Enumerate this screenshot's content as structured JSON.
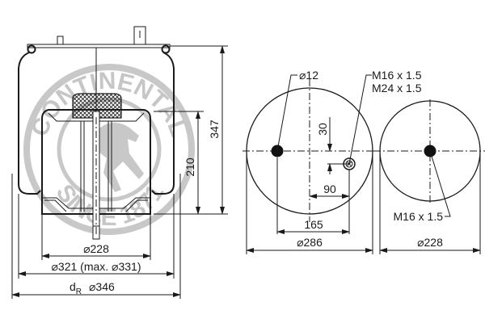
{
  "watermark": {
    "top_text": "CONTINENTAL",
    "bottom_text": "SINCE 1871",
    "color": "#c6c6c6"
  },
  "side_view": {
    "dimensions": {
      "height_total": "347",
      "height_piston": "210",
      "piston_diameter": "⌀228",
      "bellow_diameter": "⌀321 (max. ⌀331)",
      "roll_diameter_prefix": "d",
      "roll_diameter_sub": "R",
      "roll_diameter": "⌀346"
    }
  },
  "top_plate_view": {
    "hole_diameter": "⌀12",
    "thread_1": "M16 x 1.5",
    "thread_2": "M24 x 1.5",
    "offset_vertical": "30",
    "offset_horizontal": "90",
    "hole_spacing": "165",
    "plate_diameter": "⌀286"
  },
  "bottom_plate_view": {
    "thread": "M16 x 1.5",
    "plate_diameter": "⌀228"
  },
  "colors": {
    "line": "#1a1a1a",
    "watermark": "#c6c6c6",
    "background": "#ffffff"
  }
}
